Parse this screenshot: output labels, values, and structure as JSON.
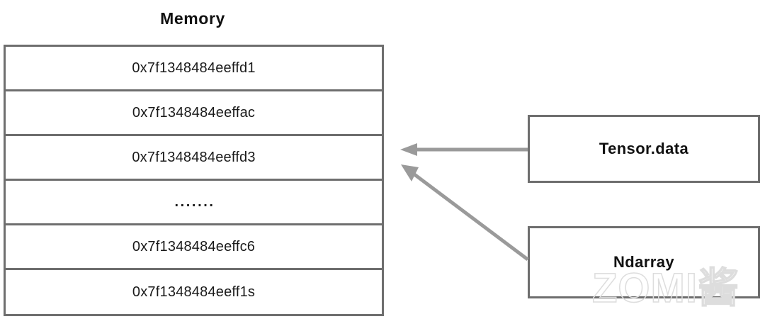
{
  "diagram": {
    "title": "Memory",
    "memory_table": {
      "name": "memory-table",
      "rows": [
        {
          "label": "0x7f1348484eeffd1",
          "kind": "address"
        },
        {
          "label": "0x7f1348484eeffac",
          "kind": "address"
        },
        {
          "label": "0x7f1348484eeffd3",
          "kind": "address"
        },
        {
          "label": ".......",
          "kind": "ellipsis"
        },
        {
          "label": "0x7f1348484eeffc6",
          "kind": "address"
        },
        {
          "label": "0x7f1348484eeff1s",
          "kind": "address"
        }
      ]
    },
    "boxes": [
      {
        "label": "Tensor.data"
      },
      {
        "label": "Ndarray"
      }
    ],
    "arrows": [
      {
        "name": "arrow-tensor-data-to-memory",
        "from": "Tensor.data",
        "to": "Memory",
        "style": "straight"
      },
      {
        "name": "arrow-ndarray-to-memory",
        "from": "Ndarray",
        "to": "Memory",
        "style": "diagonal"
      }
    ],
    "watermark": "ZOMI酱",
    "colors": {
      "border": "#6e6e6e",
      "arrow": "#9a9a9a",
      "text": "#111111",
      "background": "#ffffff",
      "watermark": "#dddddd"
    }
  }
}
